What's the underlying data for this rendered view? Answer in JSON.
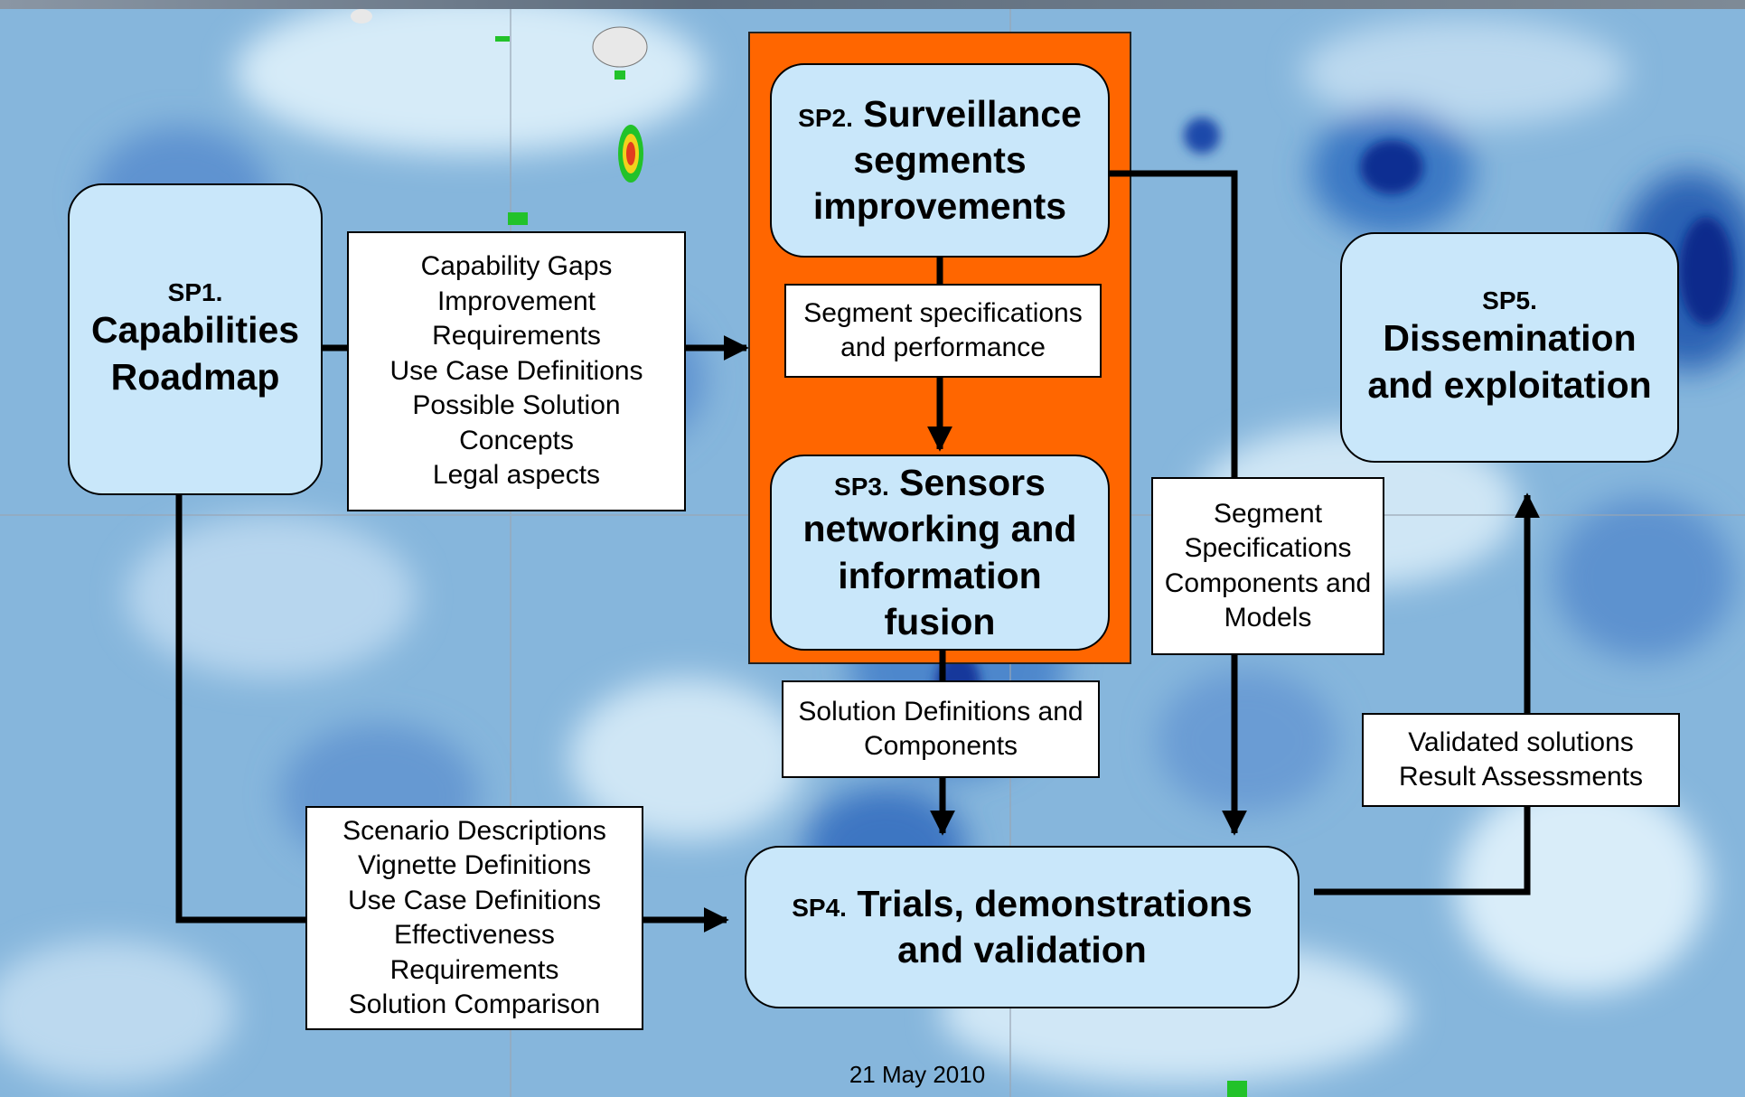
{
  "footer": {
    "date": "21 May 2010"
  },
  "sp1": {
    "code": "SP1.",
    "title_lines": [
      "Capabilities",
      "Roadmap"
    ]
  },
  "sp2": {
    "code": "SP2.",
    "title_first": "Surveillance",
    "title_lines": [
      "segments",
      "improvements"
    ]
  },
  "sp3": {
    "code": "SP3.",
    "title_first": "Sensors",
    "title_lines": [
      "networking and",
      "information",
      "fusion"
    ]
  },
  "sp4": {
    "code": "SP4.",
    "title_first": "Trials, demonstrations",
    "title_lines": [
      "and validation"
    ]
  },
  "sp5": {
    "code": "SP5.",
    "title_lines": [
      "Dissemination",
      "and exploitation"
    ]
  },
  "labels": {
    "sp1_to_sp2": [
      "Capability Gaps",
      "Improvement",
      "Requirements",
      "Use Case Definitions",
      "Possible Solution",
      "Concepts",
      "Legal aspects"
    ],
    "sp2_to_sp3": [
      "Segment specifications",
      "and performance"
    ],
    "sp3_to_sp4": [
      "Solution Definitions and",
      "Components"
    ],
    "sp1_to_sp4": [
      "Scenario Descriptions",
      "Vignette Definitions",
      "Use Case Definitions",
      "Effectiveness",
      "Requirements",
      "Solution Comparison"
    ],
    "sp2_to_sp4": [
      "Segment",
      "Specifications",
      "Components and",
      "Models"
    ],
    "sp4_to_sp5": [
      "Validated solutions",
      "Result Assessments"
    ]
  },
  "colors": {
    "sp_fill": "#c9e7fa",
    "highlight_frame": "#ff6600",
    "map_ocean_light": "#cfe6f5",
    "map_ocean_mid": "#86b6dc",
    "map_ocean_deep": "#2f6db8",
    "map_ocean_darkest": "#0a2a8c",
    "land_green": "#22c22a",
    "hotspot_red": "#e23b1f"
  },
  "background": {
    "type": "ocean-heatmap-map",
    "icon": "map-background"
  }
}
